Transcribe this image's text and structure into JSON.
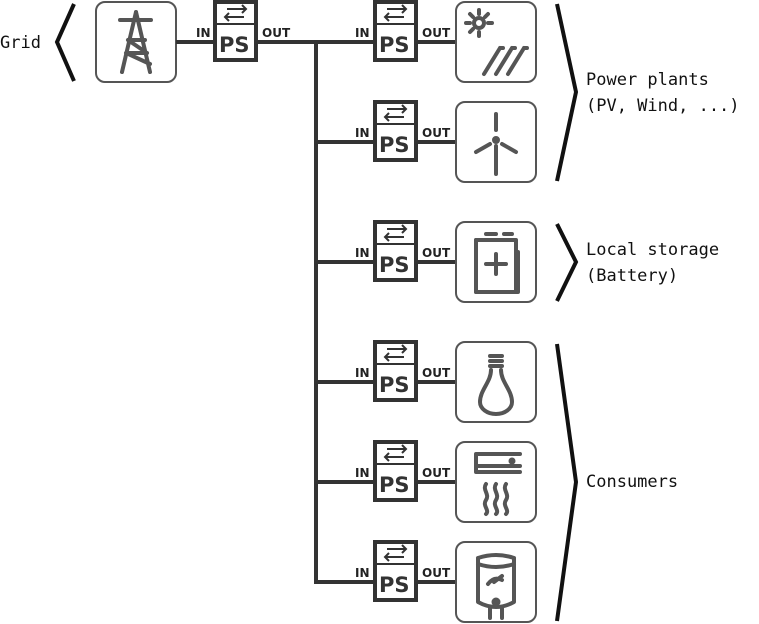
{
  "grid": {
    "label": "Grid",
    "icon": "transmission-tower-icon"
  },
  "converter": {
    "label": "PS",
    "in_label": "IN",
    "out_label": "OUT",
    "icon": "bidirectional-arrows-icon"
  },
  "branches": [
    {
      "name": "pv",
      "icon": "solar-panel-icon"
    },
    {
      "name": "wind",
      "icon": "wind-turbine-icon"
    },
    {
      "name": "battery",
      "icon": "battery-icon"
    },
    {
      "name": "light",
      "icon": "light-bulb-icon"
    },
    {
      "name": "heater",
      "icon": "heater-icon"
    },
    {
      "name": "boiler",
      "icon": "water-heater-icon"
    }
  ],
  "groups": {
    "power_plants": {
      "line1": "Power plants",
      "line2": "(PV, Wind, ...)"
    },
    "local_storage": {
      "line1": "Local storage",
      "line2": "(Battery)"
    },
    "consumers": {
      "line1": "Consumers"
    }
  },
  "colors": {
    "line": "#333333",
    "icon": "#555555"
  }
}
